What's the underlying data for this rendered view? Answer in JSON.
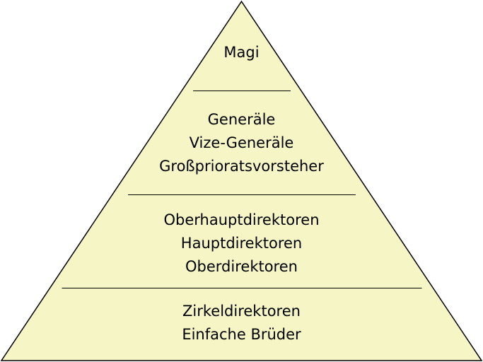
{
  "pyramid": {
    "fill_color": "#f5f5c6",
    "outline_color": "#000000",
    "text_color": "#000000",
    "tiers": [
      {
        "level": 1,
        "lines": [
          "Magi"
        ]
      },
      {
        "level": 2,
        "lines": [
          "Generäle",
          "Vize-Generäle",
          "Großprioratsvorsteher"
        ]
      },
      {
        "level": 3,
        "lines": [
          "Oberhauptdirektoren",
          "Hauptdirektoren",
          "Oberdirektoren"
        ]
      },
      {
        "level": 4,
        "lines": [
          "Zirkeldirektoren",
          "Einfache Brüder"
        ]
      }
    ]
  }
}
